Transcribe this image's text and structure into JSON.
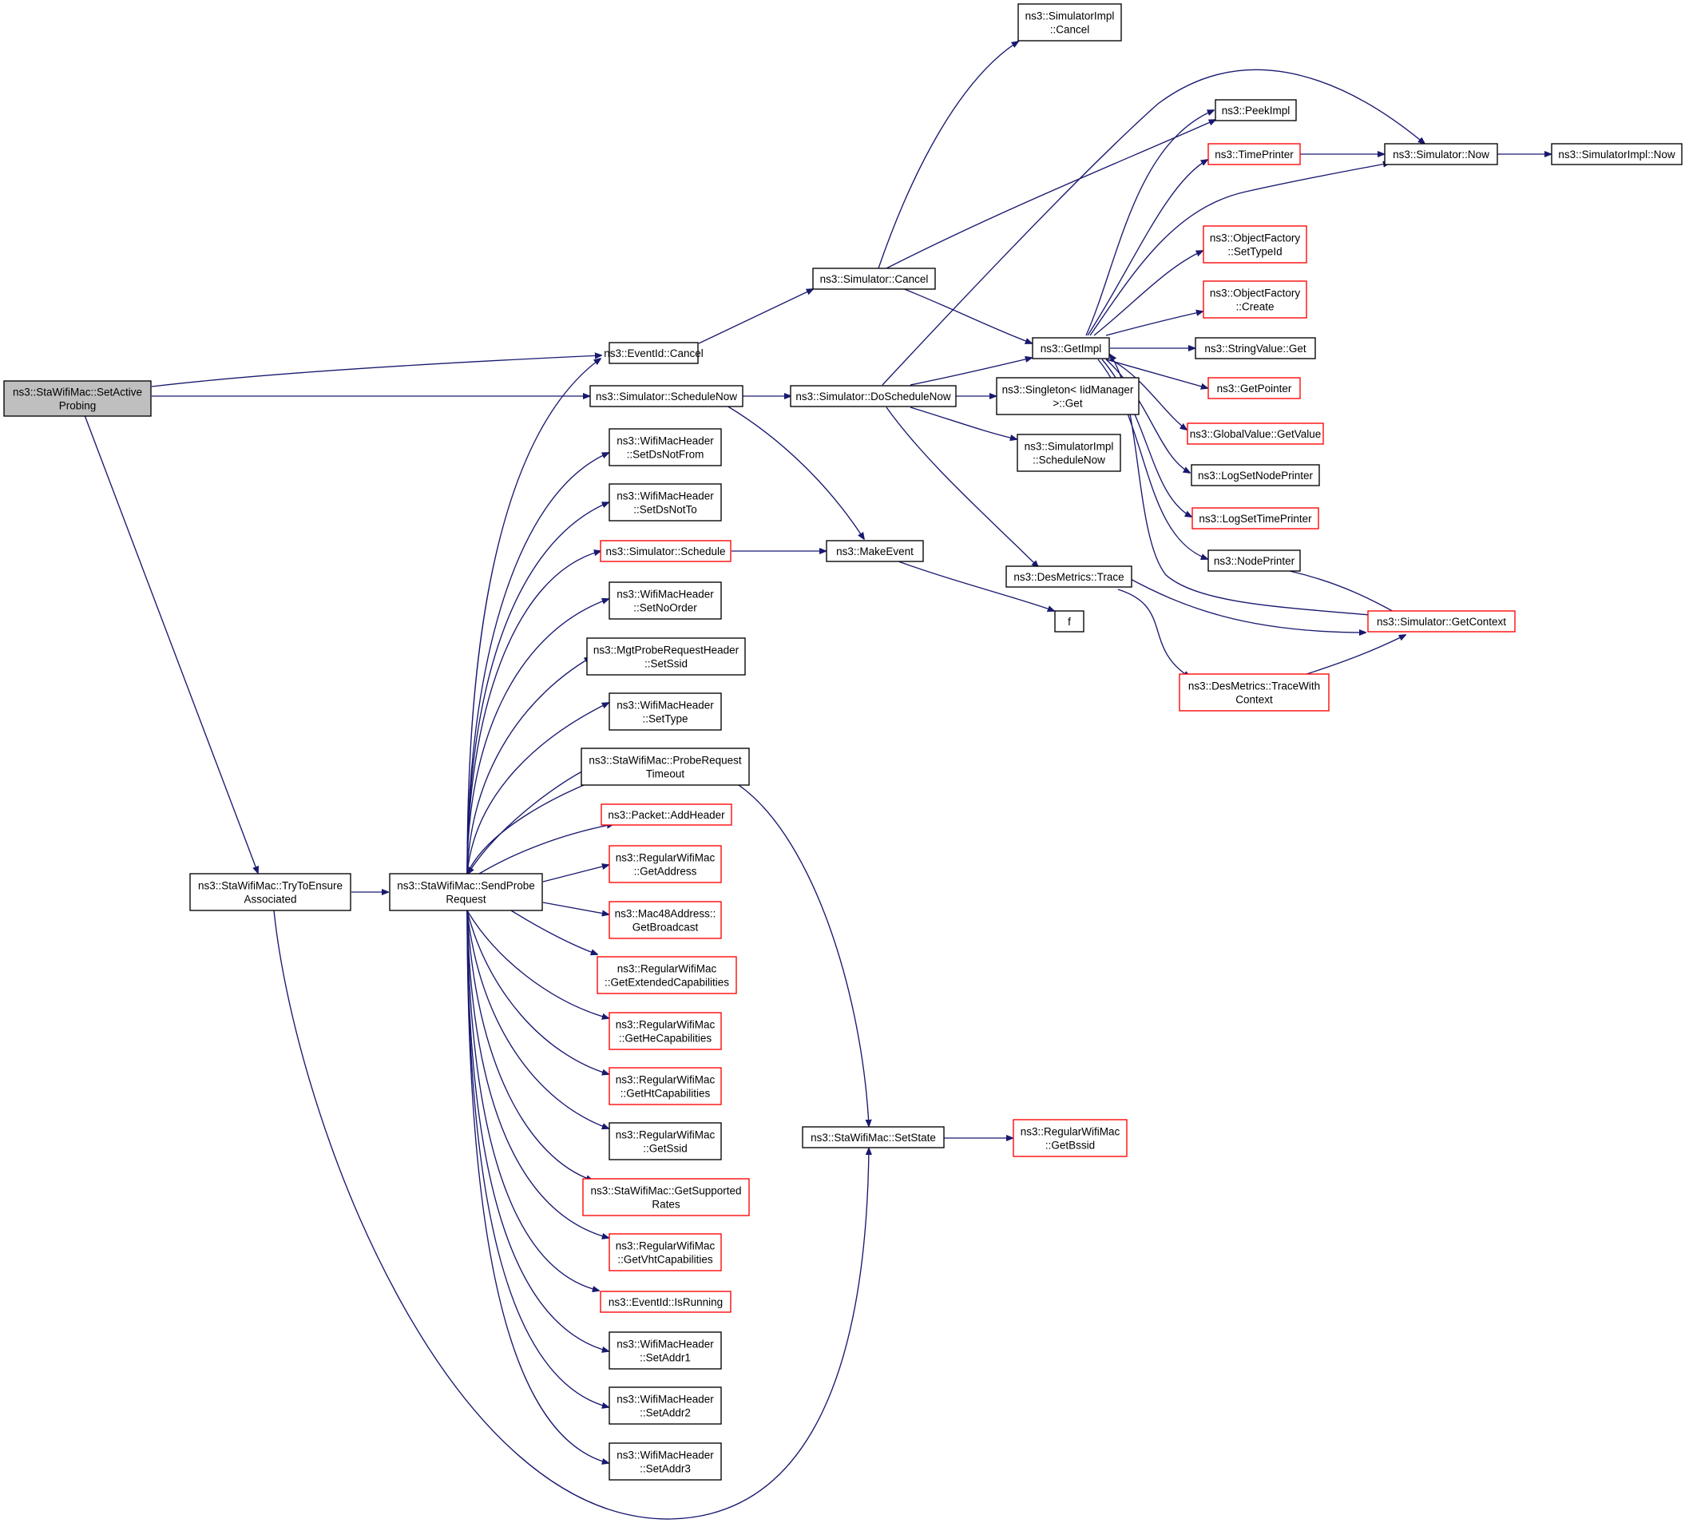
{
  "colors": {
    "edge": "#191970",
    "border": "#000000",
    "border_incomplete": "#ff0000",
    "root_fill": "#bfbfbf"
  },
  "nodes": [
    {
      "id": "root",
      "label": [
        "ns3::StaWifiMac::SetActive",
        "Probing"
      ],
      "style": "root"
    },
    {
      "id": "tryensure",
      "label": [
        "ns3::StaWifiMac::TryToEnsure",
        "Associated"
      ],
      "style": "normal"
    },
    {
      "id": "sendprobe",
      "label": [
        "ns3::StaWifiMac::SendProbe",
        "Request"
      ],
      "style": "normal"
    },
    {
      "id": "eventcancel",
      "label": [
        "ns3::EventId::Cancel"
      ],
      "style": "normal"
    },
    {
      "id": "schednow",
      "label": [
        "ns3::Simulator::ScheduleNow"
      ],
      "style": "normal"
    },
    {
      "id": "setdsnotfrom",
      "label": [
        "ns3::WifiMacHeader",
        "::SetDsNotFrom"
      ],
      "style": "normal"
    },
    {
      "id": "setdsnotto",
      "label": [
        "ns3::WifiMacHeader",
        "::SetDsNotTo"
      ],
      "style": "normal"
    },
    {
      "id": "schedule",
      "label": [
        "ns3::Simulator::Schedule"
      ],
      "style": "red"
    },
    {
      "id": "setnoorder",
      "label": [
        "ns3::WifiMacHeader",
        "::SetNoOrder"
      ],
      "style": "normal"
    },
    {
      "id": "setssid",
      "label": [
        "ns3::MgtProbeRequestHeader",
        "::SetSsid"
      ],
      "style": "normal"
    },
    {
      "id": "settype",
      "label": [
        "ns3::WifiMacHeader",
        "::SetType"
      ],
      "style": "normal"
    },
    {
      "id": "probetimeout",
      "label": [
        "ns3::StaWifiMac::ProbeRequest",
        "Timeout"
      ],
      "style": "normal"
    },
    {
      "id": "addheader",
      "label": [
        "ns3::Packet::AddHeader"
      ],
      "style": "red"
    },
    {
      "id": "getaddress",
      "label": [
        "ns3::RegularWifiMac",
        "::GetAddress"
      ],
      "style": "red"
    },
    {
      "id": "getbroadcast",
      "label": [
        "ns3::Mac48Address::",
        "GetBroadcast"
      ],
      "style": "red"
    },
    {
      "id": "getextcap",
      "label": [
        "ns3::RegularWifiMac",
        "::GetExtendedCapabilities"
      ],
      "style": "red"
    },
    {
      "id": "gethecap",
      "label": [
        "ns3::RegularWifiMac",
        "::GetHeCapabilities"
      ],
      "style": "red"
    },
    {
      "id": "gethtcap",
      "label": [
        "ns3::RegularWifiMac",
        "::GetHtCapabilities"
      ],
      "style": "red"
    },
    {
      "id": "getssid",
      "label": [
        "ns3::RegularWifiMac",
        "::GetSsid"
      ],
      "style": "normal"
    },
    {
      "id": "getsupprates",
      "label": [
        "ns3::StaWifiMac::GetSupported",
        "Rates"
      ],
      "style": "red"
    },
    {
      "id": "getvhtcap",
      "label": [
        "ns3::RegularWifiMac",
        "::GetVhtCapabilities"
      ],
      "style": "red"
    },
    {
      "id": "isrunning",
      "label": [
        "ns3::EventId::IsRunning"
      ],
      "style": "red"
    },
    {
      "id": "setaddr1",
      "label": [
        "ns3::WifiMacHeader",
        "::SetAddr1"
      ],
      "style": "normal"
    },
    {
      "id": "setaddr2",
      "label": [
        "ns3::WifiMacHeader",
        "::SetAddr2"
      ],
      "style": "normal"
    },
    {
      "id": "setaddr3",
      "label": [
        "ns3::WifiMacHeader",
        "::SetAddr3"
      ],
      "style": "normal"
    },
    {
      "id": "simcancel",
      "label": [
        "ns3::Simulator::Cancel"
      ],
      "style": "normal"
    },
    {
      "id": "doschednow",
      "label": [
        "ns3::Simulator::DoScheduleNow"
      ],
      "style": "normal"
    },
    {
      "id": "makeevent",
      "label": [
        "ns3::MakeEvent"
      ],
      "style": "normal"
    },
    {
      "id": "setstate",
      "label": [
        "ns3::StaWifiMac::SetState"
      ],
      "style": "normal"
    },
    {
      "id": "implcancel",
      "label": [
        "ns3::SimulatorImpl",
        "::Cancel"
      ],
      "style": "normal"
    },
    {
      "id": "getimpl",
      "label": [
        "ns3::GetImpl"
      ],
      "style": "normal"
    },
    {
      "id": "singletonget",
      "label": [
        "ns3::Singleton< IidManager",
        ">::Get"
      ],
      "style": "normal"
    },
    {
      "id": "implschednow",
      "label": [
        "ns3::SimulatorImpl",
        "::ScheduleNow"
      ],
      "style": "normal"
    },
    {
      "id": "desmetrics",
      "label": [
        "ns3::DesMetrics::Trace"
      ],
      "style": "normal"
    },
    {
      "id": "f",
      "label": [
        "f"
      ],
      "style": "normal"
    },
    {
      "id": "getbssid",
      "label": [
        "ns3::RegularWifiMac",
        "::GetBssid"
      ],
      "style": "red"
    },
    {
      "id": "peekimpl",
      "label": [
        "ns3::PeekImpl"
      ],
      "style": "normal"
    },
    {
      "id": "timeprinter",
      "label": [
        "ns3::TimePrinter"
      ],
      "style": "red"
    },
    {
      "id": "ofsettypeid",
      "label": [
        "ns3::ObjectFactory",
        "::SetTypeId"
      ],
      "style": "red"
    },
    {
      "id": "ofcreate",
      "label": [
        "ns3::ObjectFactory",
        "::Create"
      ],
      "style": "red"
    },
    {
      "id": "stringvalget",
      "label": [
        "ns3::StringValue::Get"
      ],
      "style": "normal"
    },
    {
      "id": "getpointer",
      "label": [
        "ns3::GetPointer"
      ],
      "style": "red"
    },
    {
      "id": "gvgetvalue",
      "label": [
        "ns3::GlobalValue::GetValue"
      ],
      "style": "red"
    },
    {
      "id": "logsetnode",
      "label": [
        "ns3::LogSetNodePrinter"
      ],
      "style": "normal"
    },
    {
      "id": "logsettime",
      "label": [
        "ns3::LogSetTimePrinter"
      ],
      "style": "red"
    },
    {
      "id": "nodeprinter",
      "label": [
        "ns3::NodePrinter"
      ],
      "style": "normal"
    },
    {
      "id": "tracewithctx",
      "label": [
        "ns3::DesMetrics::TraceWith",
        "Context"
      ],
      "style": "red"
    },
    {
      "id": "getcontext",
      "label": [
        "ns3::Simulator::GetContext"
      ],
      "style": "red"
    },
    {
      "id": "simnow",
      "label": [
        "ns3::Simulator::Now"
      ],
      "style": "normal"
    },
    {
      "id": "implnow",
      "label": [
        "ns3::SimulatorImpl::Now"
      ],
      "style": "normal"
    }
  ]
}
